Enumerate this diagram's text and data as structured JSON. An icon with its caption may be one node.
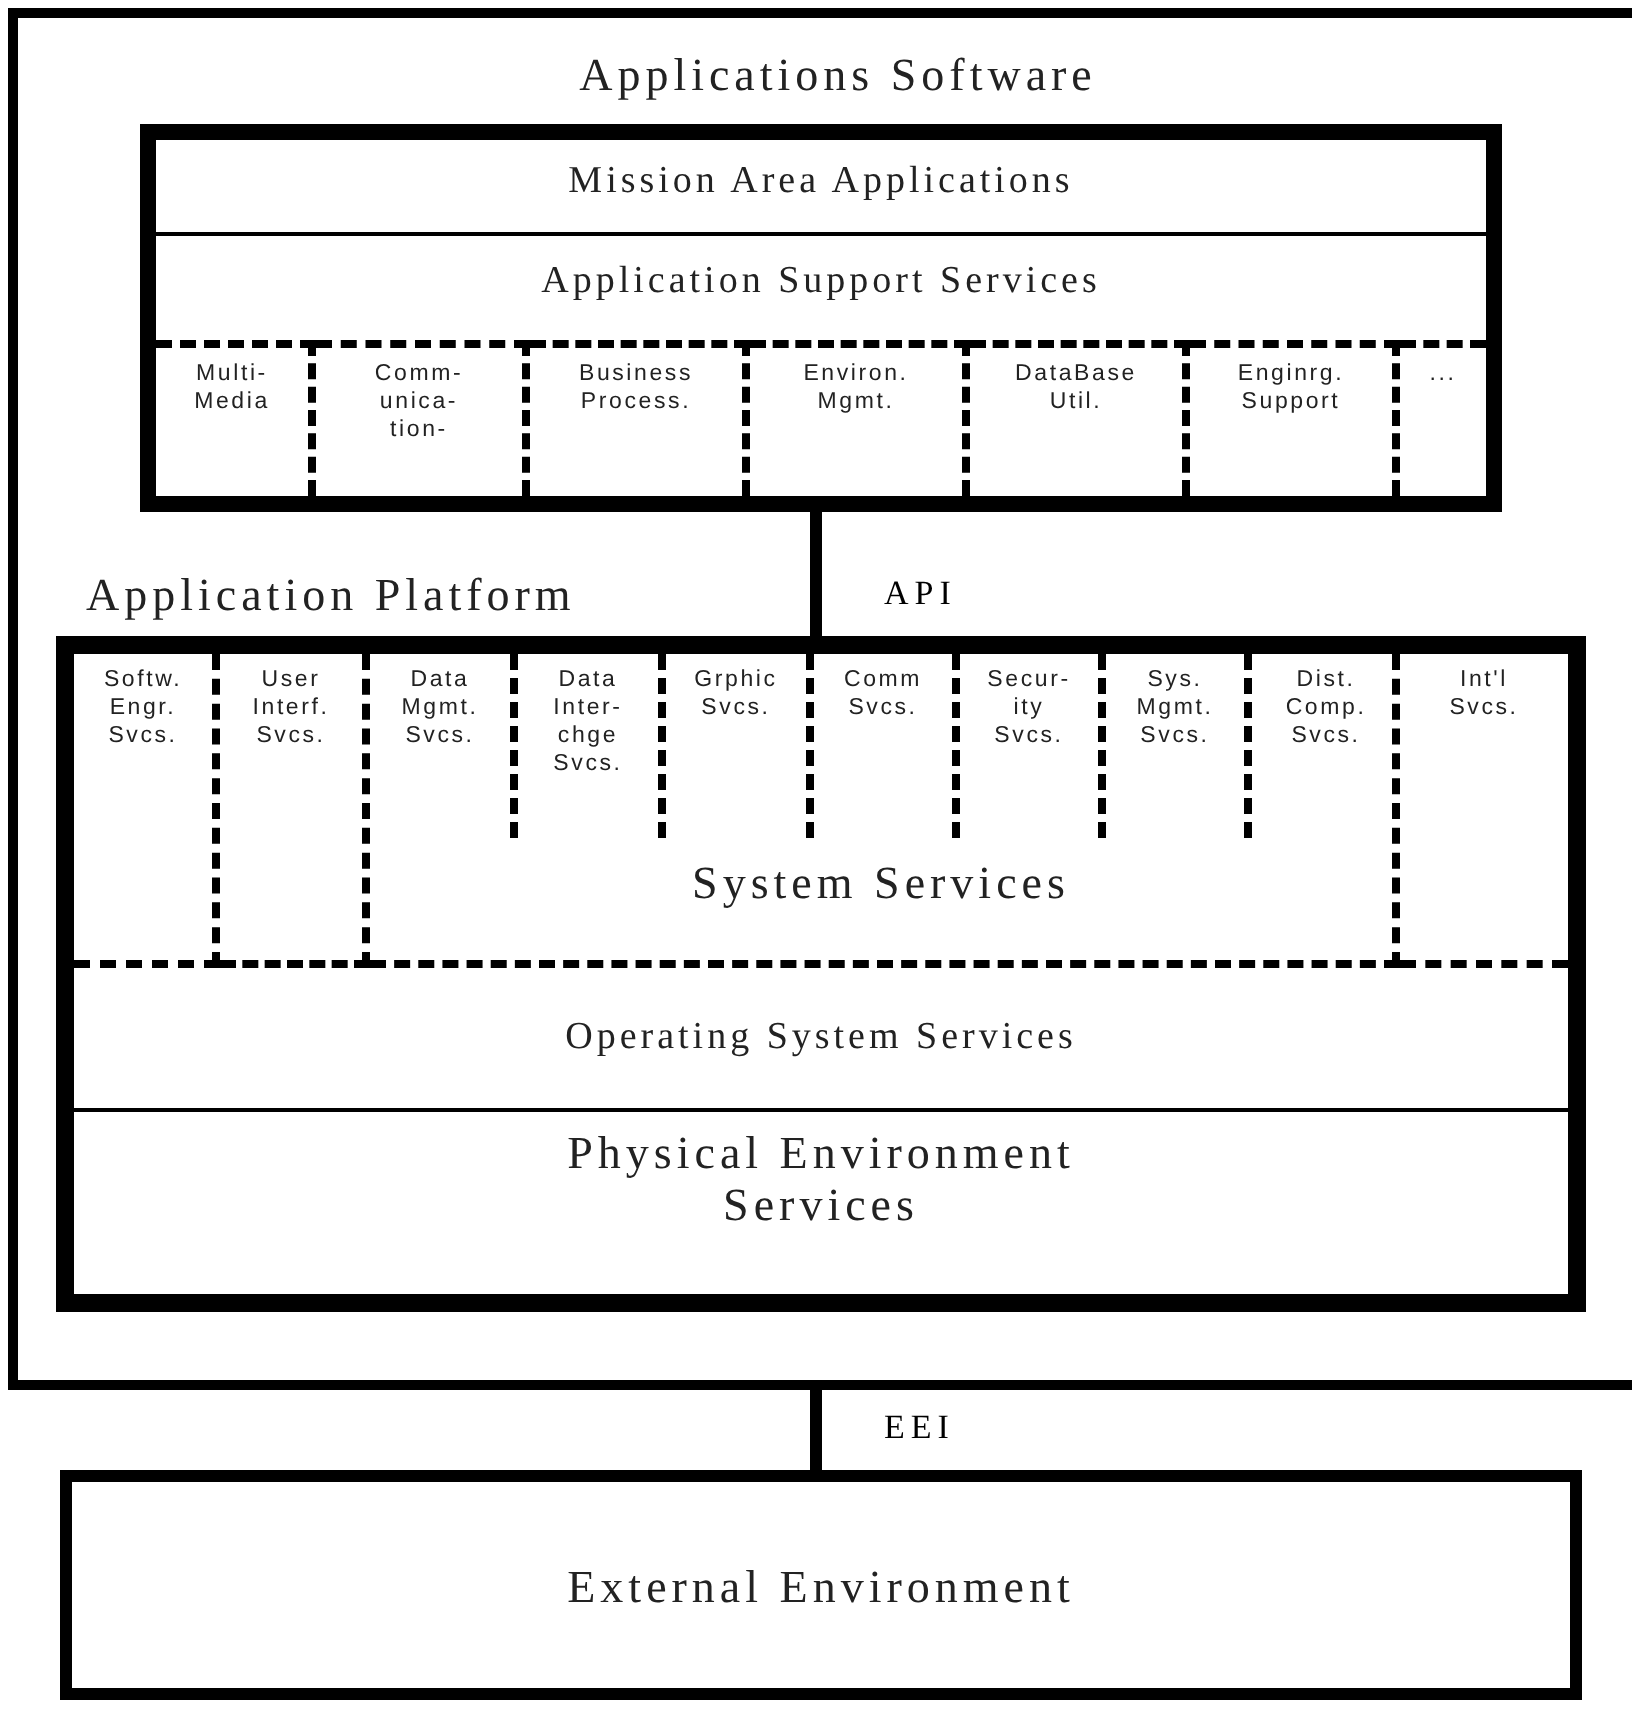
{
  "diagram": {
    "nodes": [
      {
        "text": [
          "Applications Software"
        ]
      },
      {
        "text": [],
        "shape": "box",
        "in": 0
      },
      {
        "text": [
          "Mission Area Applications"
        ],
        "in": 1
      },
      {
        "text": [
          "Application Support Services"
        ],
        "in": 1
      },
      {
        "text": [
          "Multi- Media"
        ],
        "in": 3
      },
      {
        "text": [
          "Comm- unica- tion-"
        ],
        "in": 3
      },
      {
        "text": [
          "Business Process."
        ],
        "in": 3
      },
      {
        "text": [
          "Environ. Mgmt."
        ],
        "in": 3
      },
      {
        "text": [
          "DataBase Util."
        ],
        "in": 3
      },
      {
        "text": [
          "Enginrg. Support"
        ],
        "in": 3
      },
      {
        "text": [
          "..."
        ],
        "in": 3
      },
      {
        "text": [
          "Application Platform"
        ],
        "in": 0
      },
      {
        "text": [
          "Softw. Engr. Svcs."
        ],
        "in": 11
      },
      {
        "text": [
          "User Interf. Svcs."
        ],
        "in": 11
      },
      {
        "text": [
          "System Services"
        ],
        "in": 11
      },
      {
        "text": [
          "Data Mgmt. Svcs."
        ],
        "in": 14
      },
      {
        "text": [
          "Data Inter- chge Svcs."
        ],
        "in": 14
      },
      {
        "text": [
          "Grphic Svcs."
        ],
        "in": 14
      },
      {
        "text": [
          "Comm Svcs."
        ],
        "in": 14
      },
      {
        "text": [
          "Secur- ity Svcs."
        ],
        "in": 14
      },
      {
        "text": [
          "Sys. Mgmt. Svcs."
        ],
        "in": 14
      },
      {
        "text": [
          "Dist. Comp. Svcs."
        ],
        "in": 14
      },
      {
        "text": [
          "Int'l Svcs."
        ],
        "in": 11
      },
      {
        "text": [
          "Operating System Services"
        ],
        "in": 11
      },
      {
        "text": [
          "Physical Environment Services"
        ],
        "in": 11
      },
      {
        "text": [
          "External Environment"
        ]
      }
    ],
    "edges": [
      {
        "from": 1,
        "to": 11,
        "arrow": "none",
        "label": "API"
      },
      {
        "from": 0,
        "to": 25,
        "arrow": "none",
        "label": "EEI"
      }
    ]
  }
}
